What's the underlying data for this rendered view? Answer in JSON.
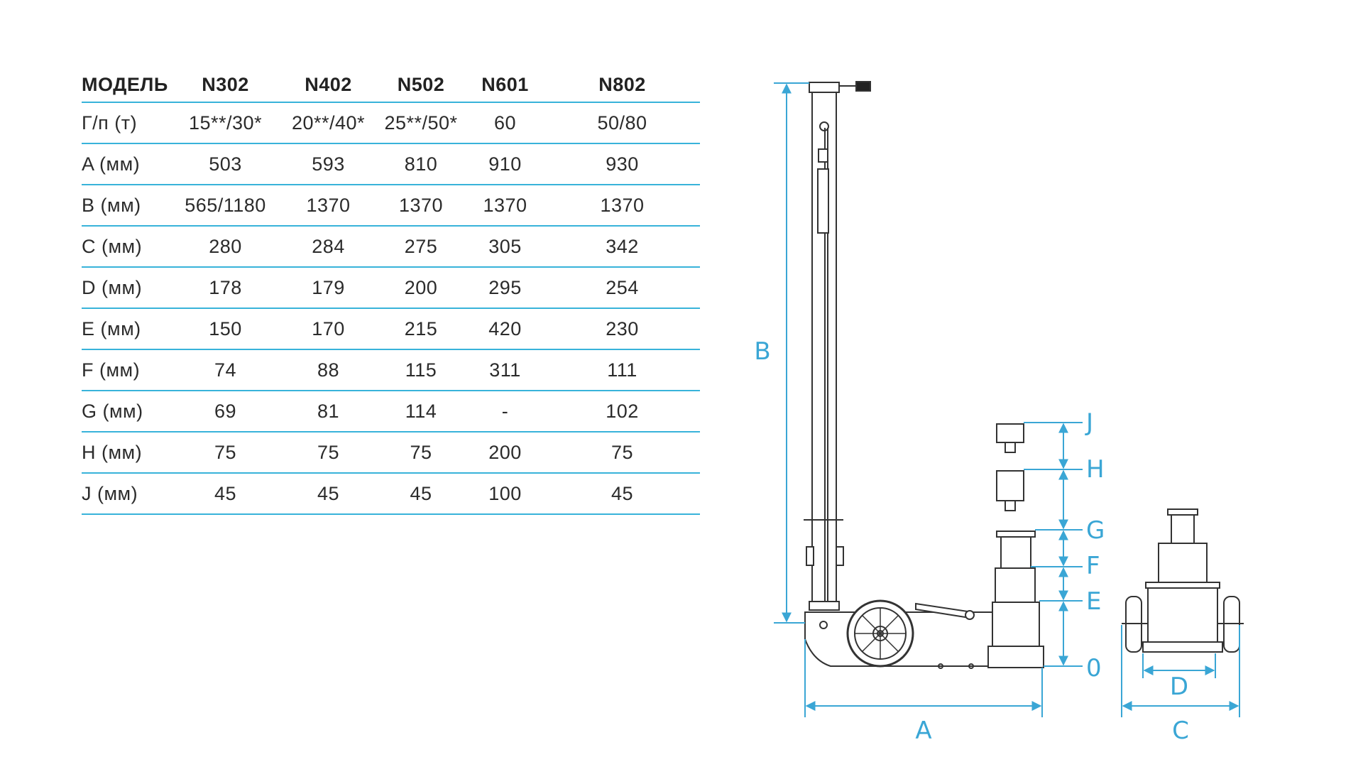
{
  "table": {
    "headers": [
      "МОДЕЛЬ",
      "N302",
      "N402",
      "N502",
      "N601",
      "N802"
    ],
    "rows": [
      [
        "Г/п (т)",
        "15**/30*",
        "20**/40*",
        "25**/50*",
        "60",
        "50/80"
      ],
      [
        "A (мм)",
        "503",
        "593",
        "810",
        "910",
        "930"
      ],
      [
        "B (мм)",
        "565/1180",
        "1370",
        "1370",
        "1370",
        "1370"
      ],
      [
        "C (мм)",
        "280",
        "284",
        "275",
        "305",
        "342"
      ],
      [
        "D (мм)",
        "178",
        "179",
        "200",
        "295",
        "254"
      ],
      [
        "E (мм)",
        "150",
        "170",
        "215",
        "420",
        "230"
      ],
      [
        "F (мм)",
        "74",
        "88",
        "115",
        "311",
        "111"
      ],
      [
        "G (мм)",
        "69",
        "81",
        "114",
        "-",
        "102"
      ],
      [
        "H (мм)",
        "75",
        "75",
        "75",
        "200",
        "75"
      ],
      [
        "J (мм)",
        "45",
        "45",
        "45",
        "100",
        "45"
      ]
    ]
  },
  "diagram": {
    "labels": {
      "A": "A",
      "B": "B",
      "C": "C",
      "D": "D",
      "E": "E",
      "F": "F",
      "G": "G",
      "H": "H",
      "J": "J",
      "O": "0"
    }
  },
  "colors": {
    "accent": "#38b3da",
    "line": "#333333",
    "text": "#2a2a2a"
  }
}
